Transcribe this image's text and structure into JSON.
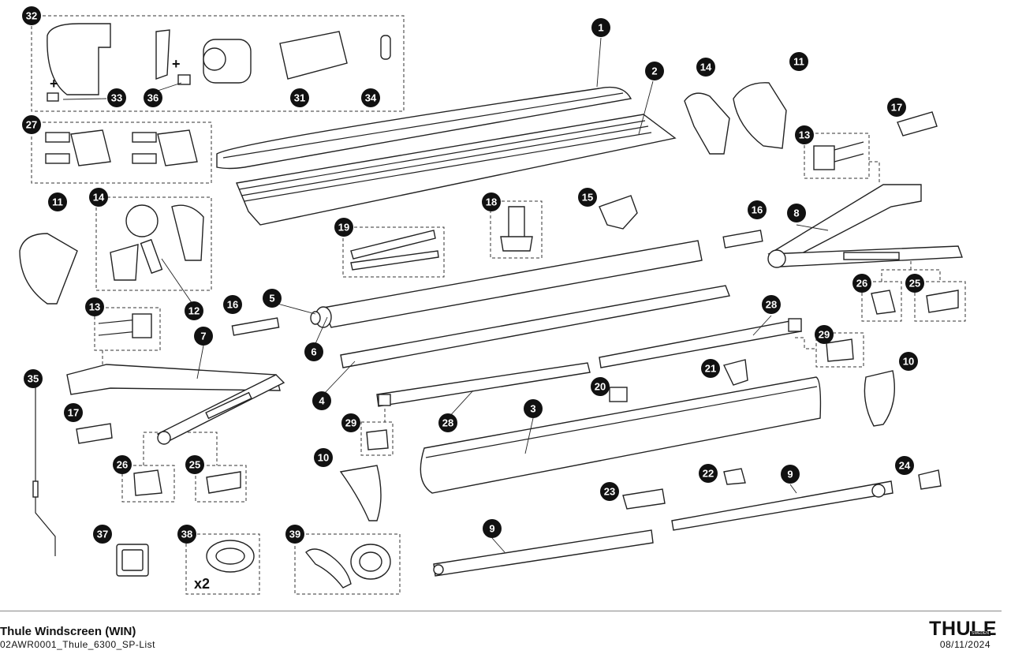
{
  "footer": {
    "title": "Thule Windscreen (WIN)",
    "code": "02AWR0001_Thule_6300_SP-List",
    "brand": "THULE",
    "brand_sub": "SWEDEN",
    "date": "08/11/2024"
  },
  "callouts": [
    "1",
    "2",
    "3",
    "4",
    "5",
    "6",
    "7",
    "8",
    "9",
    "9",
    "10",
    "10",
    "11",
    "11",
    "12",
    "13",
    "13",
    "14",
    "14",
    "15",
    "16",
    "16",
    "17",
    "17",
    "18",
    "19",
    "20",
    "21",
    "22",
    "23",
    "24",
    "25",
    "25",
    "26",
    "26",
    "27",
    "28",
    "28",
    "29",
    "29",
    "31",
    "32",
    "33",
    "34",
    "35",
    "36",
    "37",
    "38",
    "39"
  ],
  "marks": {
    "plus": "+",
    "times_two": "x2"
  }
}
